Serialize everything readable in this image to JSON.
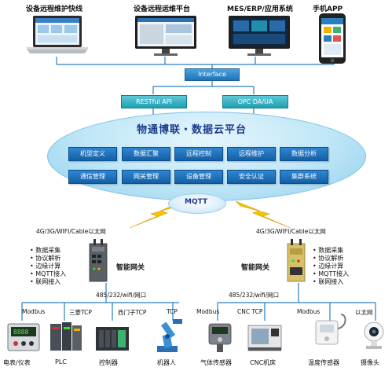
{
  "top_systems": [
    {
      "label": "设备远程维护快线",
      "icon": "laptop-icon"
    },
    {
      "label": "设备远程运维平台",
      "icon": "monitor-icon"
    },
    {
      "label": "MES/ERP/应用系统",
      "icon": "monitor-icon"
    },
    {
      "label": "手机APP",
      "icon": "phone-icon"
    }
  ],
  "interface_label": "Interface",
  "api_boxes": [
    "RESTful API",
    "OPC DA/UA"
  ],
  "platform": {
    "title": "物通博联・数据云平台",
    "functions": [
      "机型定义",
      "数据汇聚",
      "远程控制",
      "远程维护",
      "数据分析",
      "通信管理",
      "网关管理",
      "设备管理",
      "安全认证",
      "集群系统"
    ]
  },
  "mqtt_label": "MQTT",
  "left_gateway": {
    "network": "4G/3G/WIFI/Cable以太网",
    "name": "智能网关",
    "features": [
      "数据采集",
      "协议解析",
      "边缘计算",
      "MQTT接入",
      "联网接入"
    ],
    "port_label": "485/232/wifi/网口",
    "protocols": [
      "Modbus",
      "三菱TCP",
      "西门子TCP",
      "TCP"
    ],
    "devices": [
      "电表/仪表",
      "PLC",
      "控制器",
      "机器人"
    ]
  },
  "right_gateway": {
    "network": "4G/3G/WIFI/Cable以太网",
    "name": "智能网关",
    "features": [
      "数据采集",
      "协议解析",
      "边缘计算",
      "MQTT接入",
      "联网接入"
    ],
    "port_label": "485/232/wifi/网口",
    "protocols": [
      "Modbus",
      "CNC TCP",
      "Modbus",
      "以太网"
    ],
    "devices": [
      "气体传感器",
      "CNC机床",
      "温度传感器",
      "摄像头"
    ]
  },
  "colors": {
    "accent_blue": "#1f73b7",
    "cloud": "#bfe6f7",
    "lightning": "#f0b400",
    "line": "#2a7fc0"
  }
}
